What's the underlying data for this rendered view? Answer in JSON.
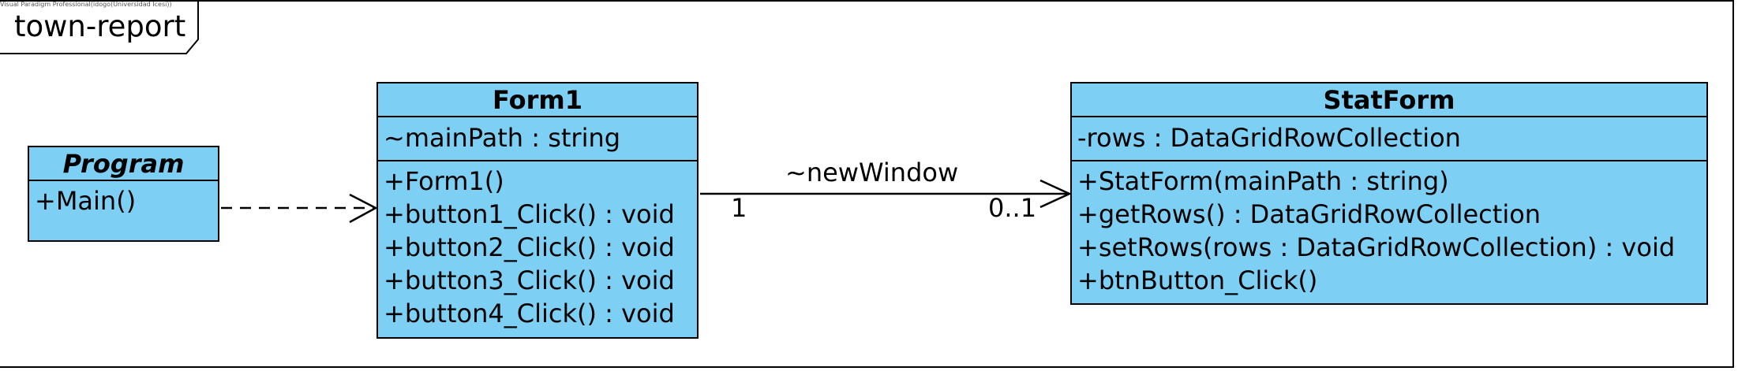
{
  "watermark": "Visual Paradigm Professional(idogo(Universidad Icesi))",
  "package": {
    "name": "town-report"
  },
  "classes": {
    "program": {
      "name": "Program",
      "operations": [
        "+Main()"
      ]
    },
    "form1": {
      "name": "Form1",
      "attributes": [
        "~mainPath : string"
      ],
      "operations": [
        "+Form1()",
        "+button1_Click() : void",
        "+button2_Click() : void",
        "+button3_Click() : void",
        "+button4_Click() : void"
      ]
    },
    "statform": {
      "name": "StatForm",
      "attributes": [
        "-rows : DataGridRowCollection"
      ],
      "operations": [
        "+StatForm(mainPath : string)",
        "+getRows() : DataGridRowCollection",
        "+setRows(rows : DataGridRowCollection) : void",
        "+btnButton_Click()"
      ]
    }
  },
  "association": {
    "role": "~newWindow",
    "source_multiplicity": "1",
    "target_multiplicity": "0..1"
  },
  "colors": {
    "class_fill": "#7dcff3",
    "line": "#000000"
  }
}
